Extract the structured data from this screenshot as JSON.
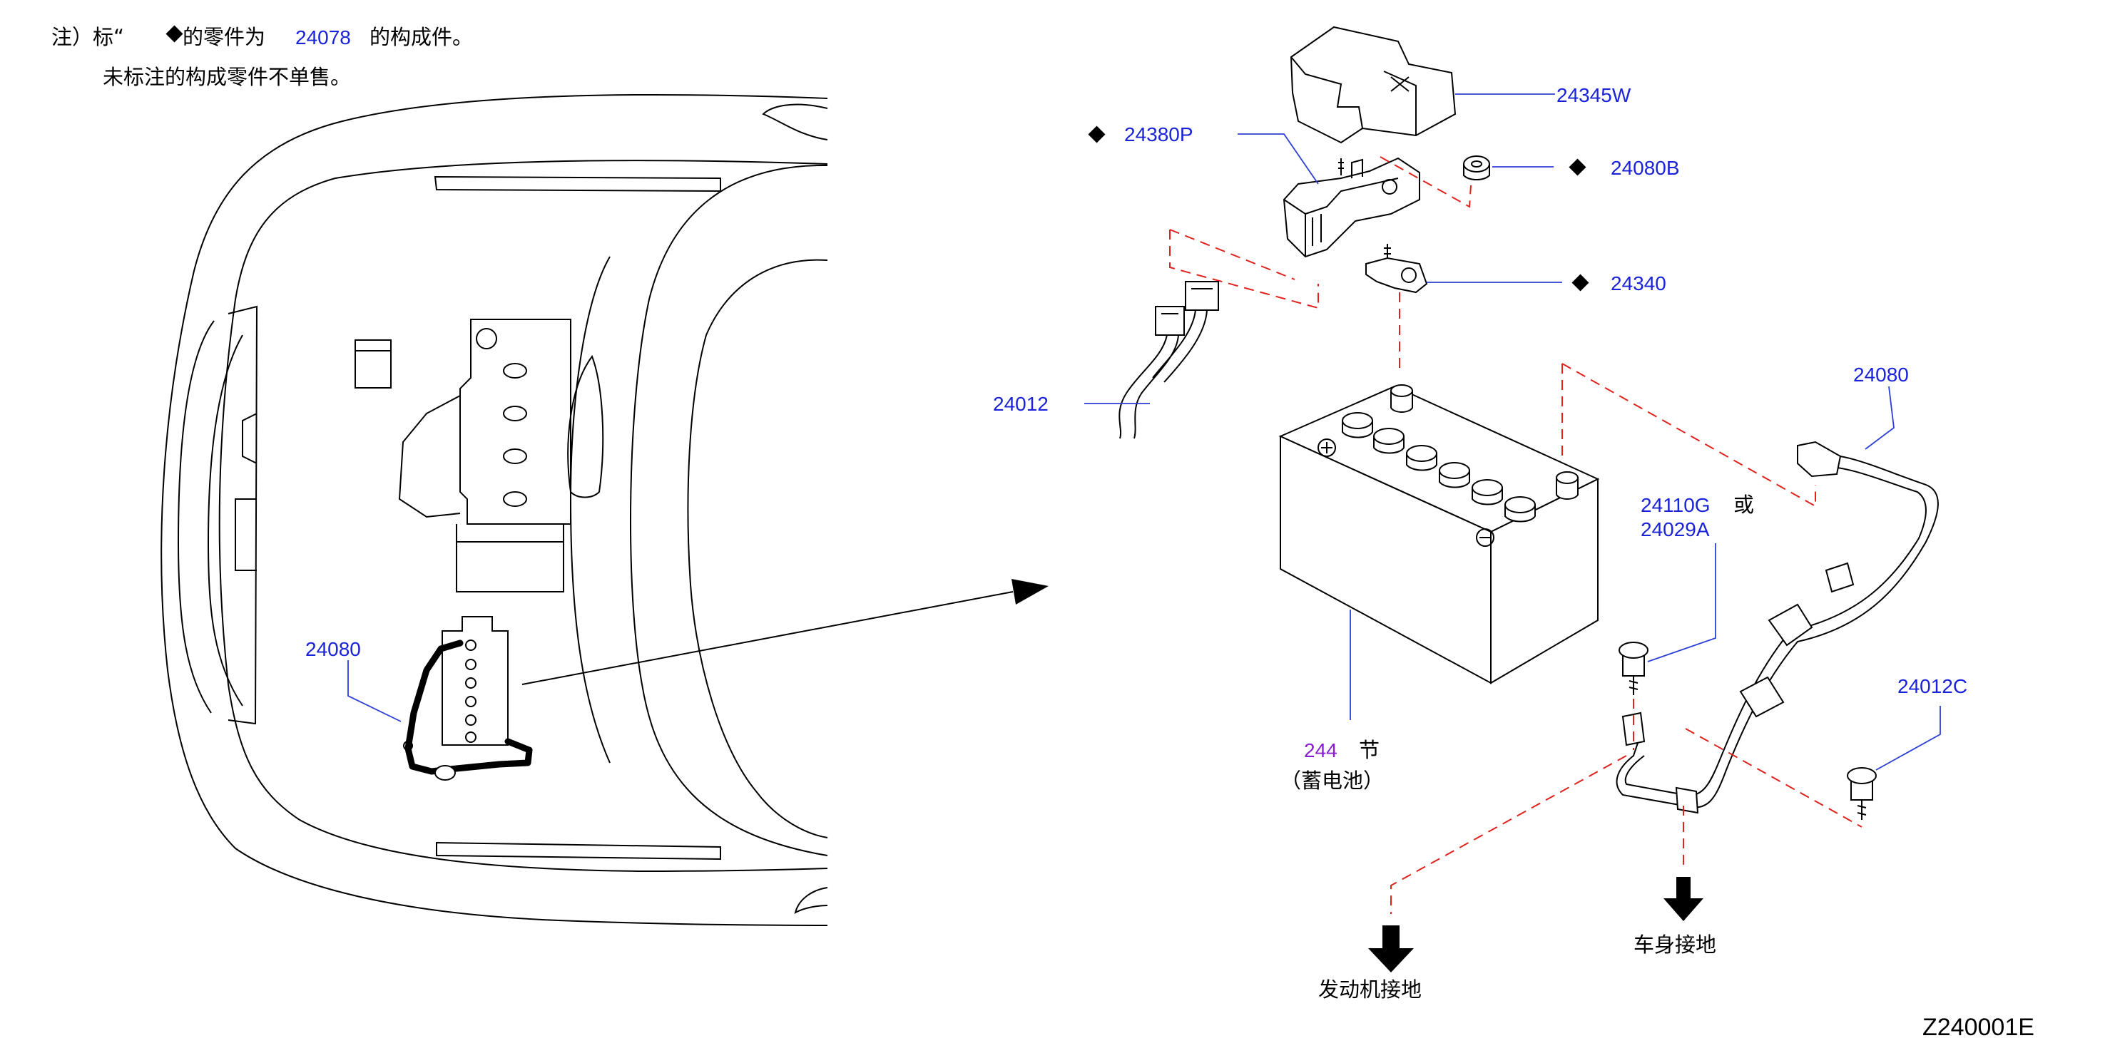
{
  "notes": {
    "line1_prefix": "注）标“",
    "line1_mid": "的零件为",
    "line1_assembly": "24078",
    "line1_suffix": "的构成件。",
    "line2": "未标注的构成零件不单售。"
  },
  "callouts": {
    "c24345W": "24345W",
    "c24380P": "24380P",
    "c24080B": "24080B",
    "c24340": "24340",
    "c24012": "24012",
    "c24080_right": "24080",
    "c24110G": "24110G",
    "c_or": "或",
    "c24029A": "24029A",
    "c24012C": "24012C",
    "c244": "244",
    "c244_unit": "节",
    "battery_label": "（蓄电池）",
    "c24080_left": "24080"
  },
  "ground_labels": {
    "body": "车身接地",
    "engine": "发动机接地"
  },
  "figure_code": "Z240001E",
  "colors": {
    "part_number": "#1a23d8",
    "dashed_guides": "#e0221c",
    "purple_number": "#8a1bd1"
  }
}
